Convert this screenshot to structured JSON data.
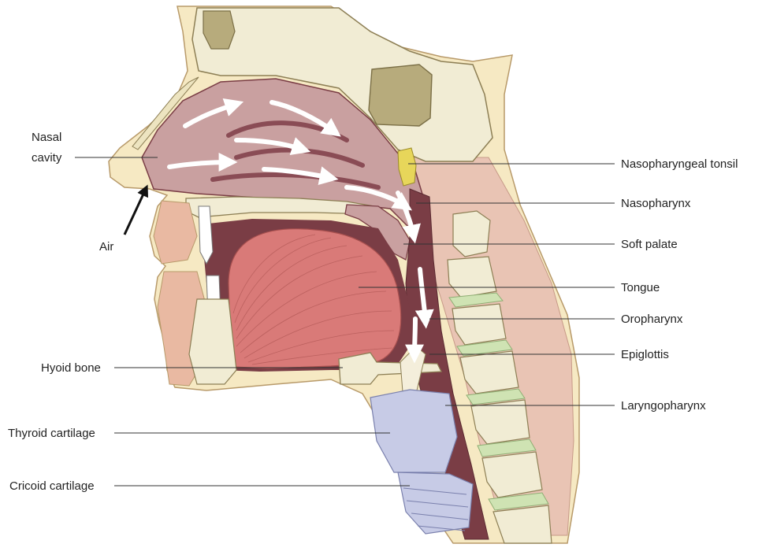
{
  "labels_left": {
    "nasal_cavity_line1": "Nasal",
    "nasal_cavity_line2": "cavity",
    "air": "Air",
    "hyoid_bone": "Hyoid bone",
    "thyroid_cartilage": "Thyroid cartilage",
    "cricoid_cartilage": "Cricoid cartilage"
  },
  "labels_right": {
    "nasopharyngeal_tonsil": "Nasopharyngeal tonsil",
    "nasopharynx": "Nasopharynx",
    "soft_palate": "Soft palate",
    "tongue": "Tongue",
    "oropharynx": "Oropharynx",
    "epiglottis": "Epiglottis",
    "laryngopharynx": "Laryngopharynx"
  },
  "colors": {
    "airway": "#c9a0a0",
    "airway_dark": "#7a3d45",
    "tongue": "#d97a78",
    "bone": "#f1ecd4",
    "bone_dark": "#c9bd8c",
    "skin": "#f6e9c3",
    "skin_edge": "#b89a6a",
    "muscle": "#e9c4b4",
    "cartilage": "#c7cbe6",
    "tonsil": "#e7d65a",
    "disc": "#cfe3b3",
    "sinus": "#b7ab7c"
  }
}
